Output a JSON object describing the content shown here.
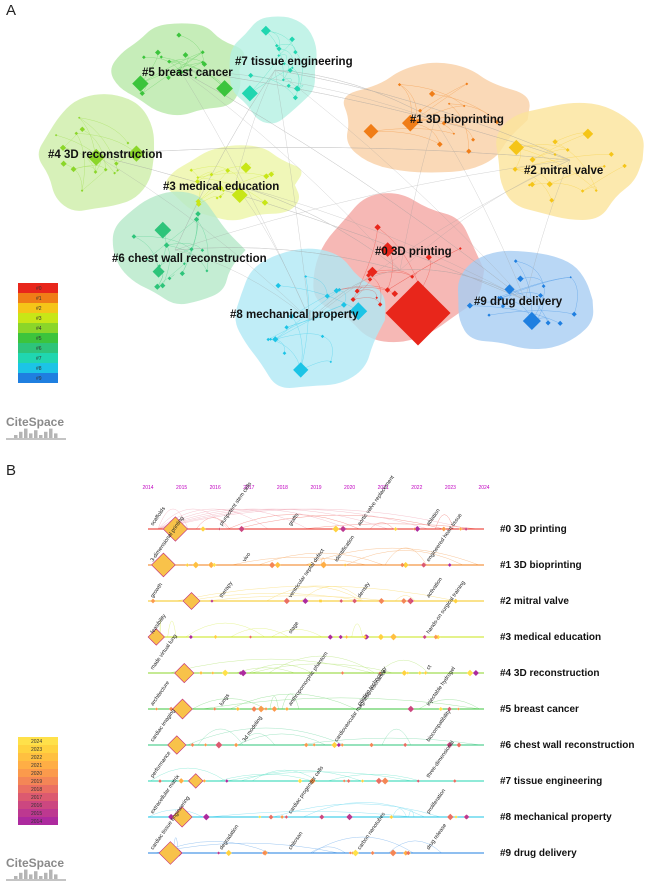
{
  "panelA": {
    "letter": "A",
    "clusters": [
      {
        "id": "#0 3D printing",
        "color": "#e8261b",
        "fill": "#f4a6a2"
      },
      {
        "id": "#1 3D bioprinting",
        "color": "#f07d17",
        "fill": "#f9cfa5"
      },
      {
        "id": "#2 mitral valve",
        "color": "#f5c518",
        "fill": "#fbe39a"
      },
      {
        "id": "#3 medical education",
        "color": "#c8e617",
        "fill": "#ecf5a6"
      },
      {
        "id": "#4 3D reconstruction",
        "color": "#8bd629",
        "fill": "#cdeea7"
      },
      {
        "id": "#5 breast cancer",
        "color": "#3cc43c",
        "fill": "#b8e8a8"
      },
      {
        "id": "#6 chest wall reconstruction",
        "color": "#2ec47a",
        "fill": "#b5e8c8"
      },
      {
        "id": "#7 tissue engineering",
        "color": "#20d6b0",
        "fill": "#b4f0e2"
      },
      {
        "id": "#8 mechanical property",
        "color": "#1cc4e6",
        "fill": "#b0e8f5"
      },
      {
        "id": "#9 drug delivery",
        "color": "#1f7fe0",
        "fill": "#a8cdf2"
      }
    ],
    "legend": [
      "#0",
      "#1",
      "#2",
      "#3",
      "#4",
      "#5",
      "#6",
      "#7",
      "#8",
      "#9"
    ],
    "legend_colors": [
      "#e8261b",
      "#f04a1a",
      "#f07d17",
      "#f5c518",
      "#c8e617",
      "#8bd629",
      "#3cc43c",
      "#2ec47a",
      "#20d6b0",
      "#1cc4e6",
      "#1f7fe0"
    ],
    "logo": "CiteSpace"
  },
  "panelB": {
    "letter": "B",
    "years": [
      "2014",
      "2015",
      "2016",
      "2017",
      "2018",
      "2019",
      "2020",
      "2021",
      "2022",
      "2023",
      "2024"
    ],
    "timelines": [
      {
        "label": "#0 3D printing",
        "color": "#e8261b",
        "keywords": [
          "scaffolds",
          "pluripotent stem cells",
          "grafts",
          "aortic valve replacement",
          "ablation"
        ]
      },
      {
        "label": "#1 3D bioprinting",
        "color": "#f07d17",
        "keywords": [
          "3-dimensional printing",
          "vivo",
          "identification",
          "engineered heart tissue"
        ]
      },
      {
        "label": "#2 mitral valve",
        "color": "#f5c518",
        "keywords": [
          "growth",
          "therapy",
          "ventricular septal defect",
          "density",
          "activation"
        ]
      },
      {
        "label": "#3 medical education",
        "color": "#c8e617",
        "keywords": [
          "feasibility",
          "stage",
          "hands-on surgical training"
        ]
      },
      {
        "label": "#4 3D reconstruction",
        "color": "#8bd629",
        "keywords": [
          "made virtual lung",
          "ct"
        ]
      },
      {
        "label": "#5 breast cancer",
        "color": "#3cc43c",
        "keywords": [
          "architecture",
          "lungs",
          "anthropomorphic phantom",
          "printing technology",
          "injectable hydrogel"
        ]
      },
      {
        "label": "#6 chest wall reconstruction",
        "color": "#2ec47a",
        "keywords": [
          "cardiac imaging",
          "3d modeling",
          "cardiovascular magnetic resonance",
          "biocompatibility"
        ]
      },
      {
        "label": "#7 tissue engineering",
        "color": "#20d6b0",
        "keywords": [
          "performance",
          "three-dimensional"
        ]
      },
      {
        "label": "#8 mechanical property",
        "color": "#1cc4e6",
        "keywords": [
          "extracellular matrix",
          "cardiac progenitor cells",
          "proliferation"
        ]
      },
      {
        "label": "#9 drug delivery",
        "color": "#1f7fe0",
        "keywords": [
          "cardiac tissue engineering",
          "degradation",
          "chitosan",
          "carbon nanotubes",
          "drug release"
        ]
      }
    ],
    "year_legend": [
      "2024",
      "2023",
      "2022",
      "2021",
      "2020",
      "2019",
      "2018",
      "2017",
      "2016",
      "2015",
      "2014"
    ],
    "year_legend_colors": [
      "#ffe14a",
      "#ffd23f",
      "#ffc040",
      "#ffae45",
      "#fb9a4c",
      "#f48656",
      "#ea6f62",
      "#dc5a70",
      "#cc4780",
      "#bd3890",
      "#ad2a9e"
    ],
    "logo": "CiteSpace"
  }
}
